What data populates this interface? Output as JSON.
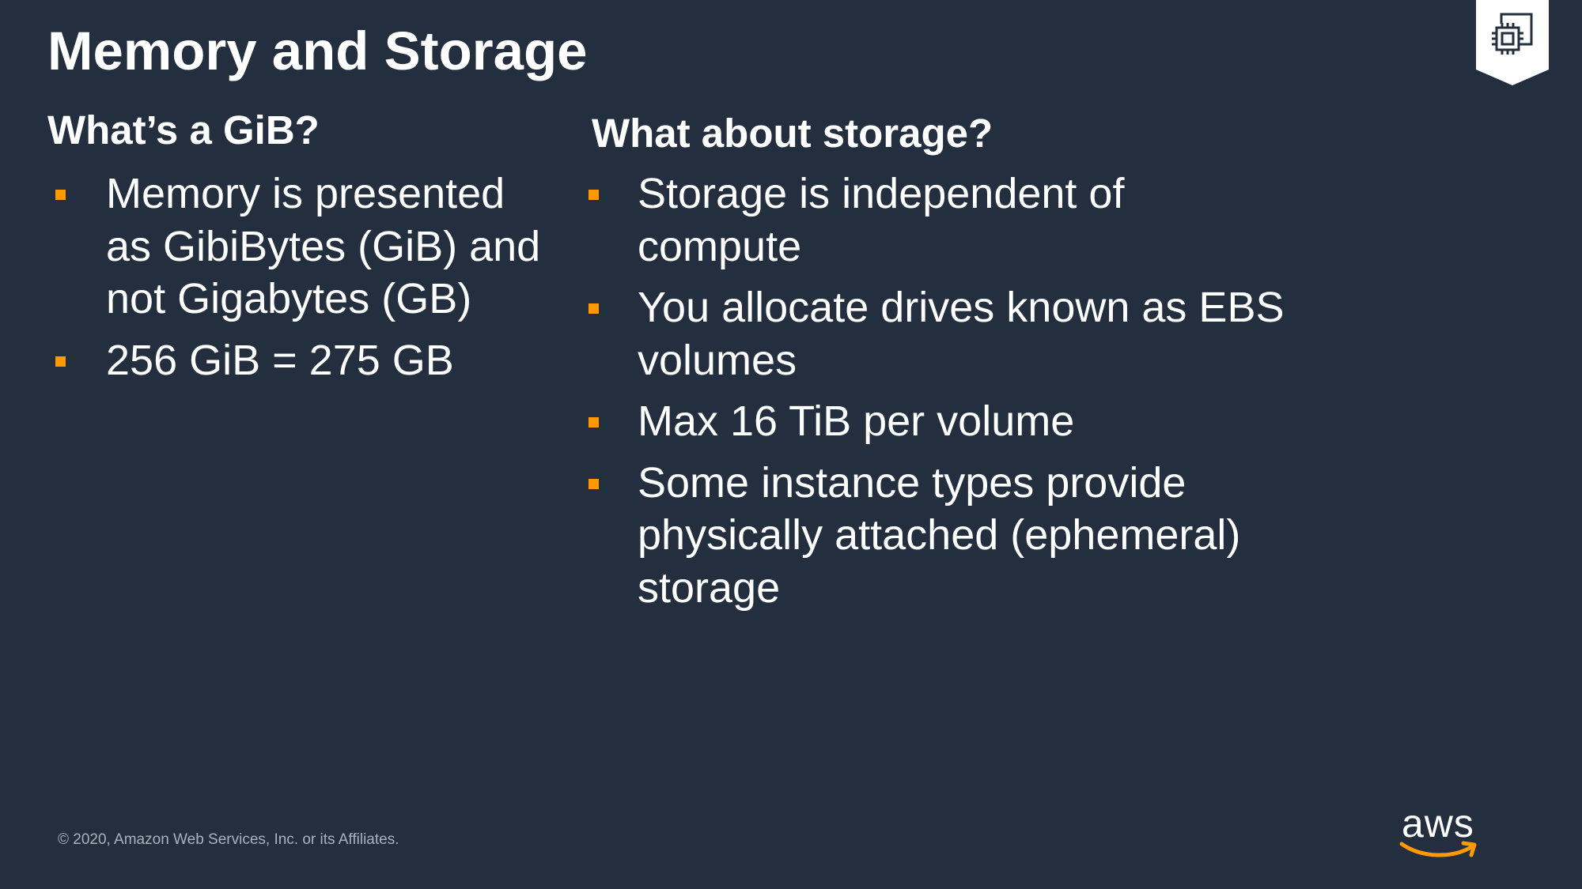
{
  "slide": {
    "title": "Memory and Storage",
    "left_column": {
      "heading": "What’s a GiB?",
      "bullets": [
        "Memory is presented as GibiBytes (GiB) and not Gigabytes (GB)",
        "256 GiB = 275 GB"
      ]
    },
    "right_column": {
      "heading": "What about storage?",
      "bullets": [
        "Storage is independent of compute",
        "You allocate drives known as EBS volumes",
        "Max 16 TiB per volume",
        "Some instance types provide physically attached (ephemeral) storage"
      ]
    },
    "corner_badge_icon": "compute-chip-icon",
    "footer": {
      "copyright": "© 2020, Amazon Web Services, Inc. or its Affiliates.",
      "logo_text": "aws"
    }
  },
  "colors": {
    "background": "#232f3e",
    "text": "#ffffff",
    "bullet_accent": "#ff9900",
    "footer_text": "#a9b1bb"
  }
}
